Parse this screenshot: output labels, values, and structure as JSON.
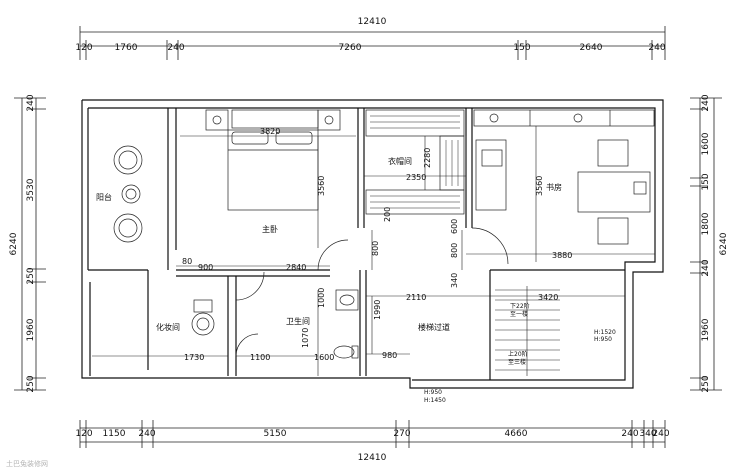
{
  "overall": {
    "top_total": "12410",
    "bottom_total": "12410",
    "left_total": "6240",
    "right_total": "6240"
  },
  "top_row": [
    "120",
    "1760",
    "240",
    "7260",
    "150",
    "2640",
    "240"
  ],
  "bottom_row": [
    "120",
    "1150",
    "240",
    "5150",
    "270",
    "4660",
    "240",
    "340",
    "240"
  ],
  "left_col": [
    "240",
    "3530",
    "250",
    "1960",
    "250"
  ],
  "right_col": [
    "240",
    "1600",
    "150",
    "1800",
    "240",
    "1960",
    "250"
  ],
  "rooms": {
    "balcony": "阳台",
    "master": "主卧",
    "closet": "衣帽间",
    "study": "书房",
    "vanity": "化妆间",
    "bath": "卫生间",
    "corridor": "楼梯过道"
  },
  "inner_dims": {
    "d3820": "3820",
    "d3560a": "3560",
    "d2280": "2280",
    "d2350": "2350",
    "d200": "200",
    "d3560b": "3560",
    "d3880": "3880",
    "d80": "80",
    "d900": "900",
    "d2840": "2840",
    "d800a": "800",
    "d600": "600",
    "d800b": "800",
    "d340": "340",
    "d2110": "2110",
    "d3420": "3420",
    "d1000": "1000",
    "d1990": "1990",
    "d1070": "1070",
    "d1730": "1730",
    "d1100": "1100",
    "d1600": "1600",
    "d980": "980"
  },
  "stair": {
    "down": "下22阶",
    "down_to": "至一楼",
    "up": "上20阶",
    "up_to": "至三楼"
  },
  "heights": {
    "h1": "H:1520",
    "h2": "H:950",
    "h3": "H:950",
    "h4": "H:1450"
  },
  "watermark": "土巴兔装修网"
}
